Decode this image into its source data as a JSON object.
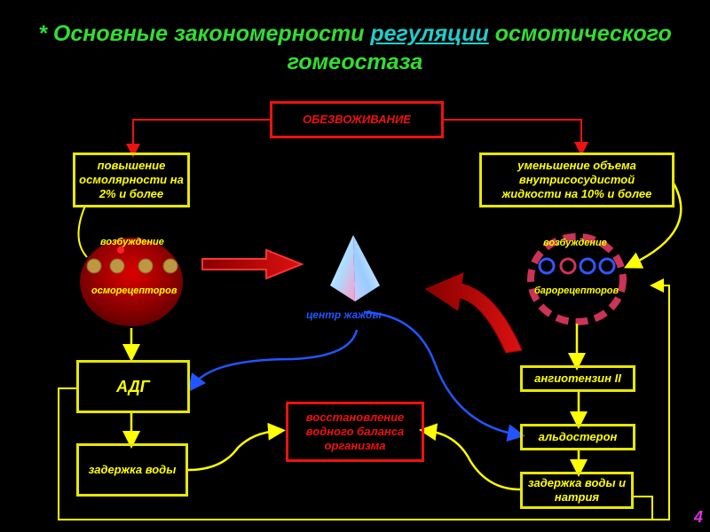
{
  "title": {
    "prefix": "* Основные закономерности ",
    "highlight": "регуляции",
    "suffix": " осмотического",
    "line2": "гомеостаза"
  },
  "boxes": {
    "dehydration": "ОБЕЗВОЖИВАНИЕ",
    "osmolarity": "повышение осмолярности на 2% и более",
    "volume": "уменьшение объема внутрисосудистой жидкости на 10% и более",
    "adh": "АДГ",
    "water_retention": "задержка воды",
    "restoration": "восстановление водного баланса организма",
    "angiotensin": "ангиотензин II",
    "aldosterone": "альдостерон",
    "water_sodium": "задержка воды и натрия"
  },
  "labels": {
    "excitation_left": "возбуждение",
    "osmoreceptors": "осморецепторов",
    "excitation_right": "возбуждение",
    "baroreceptors": "барорецепторов",
    "thirst_center": "центр жажды"
  },
  "slide_number": "4",
  "colors": {
    "yellow": "#ffff00",
    "red": "#ee1111",
    "green_title": "#33dd33",
    "cyan_highlight": "#22cccc",
    "blue": "#2255ff",
    "slide_number": "#dd33dd"
  }
}
